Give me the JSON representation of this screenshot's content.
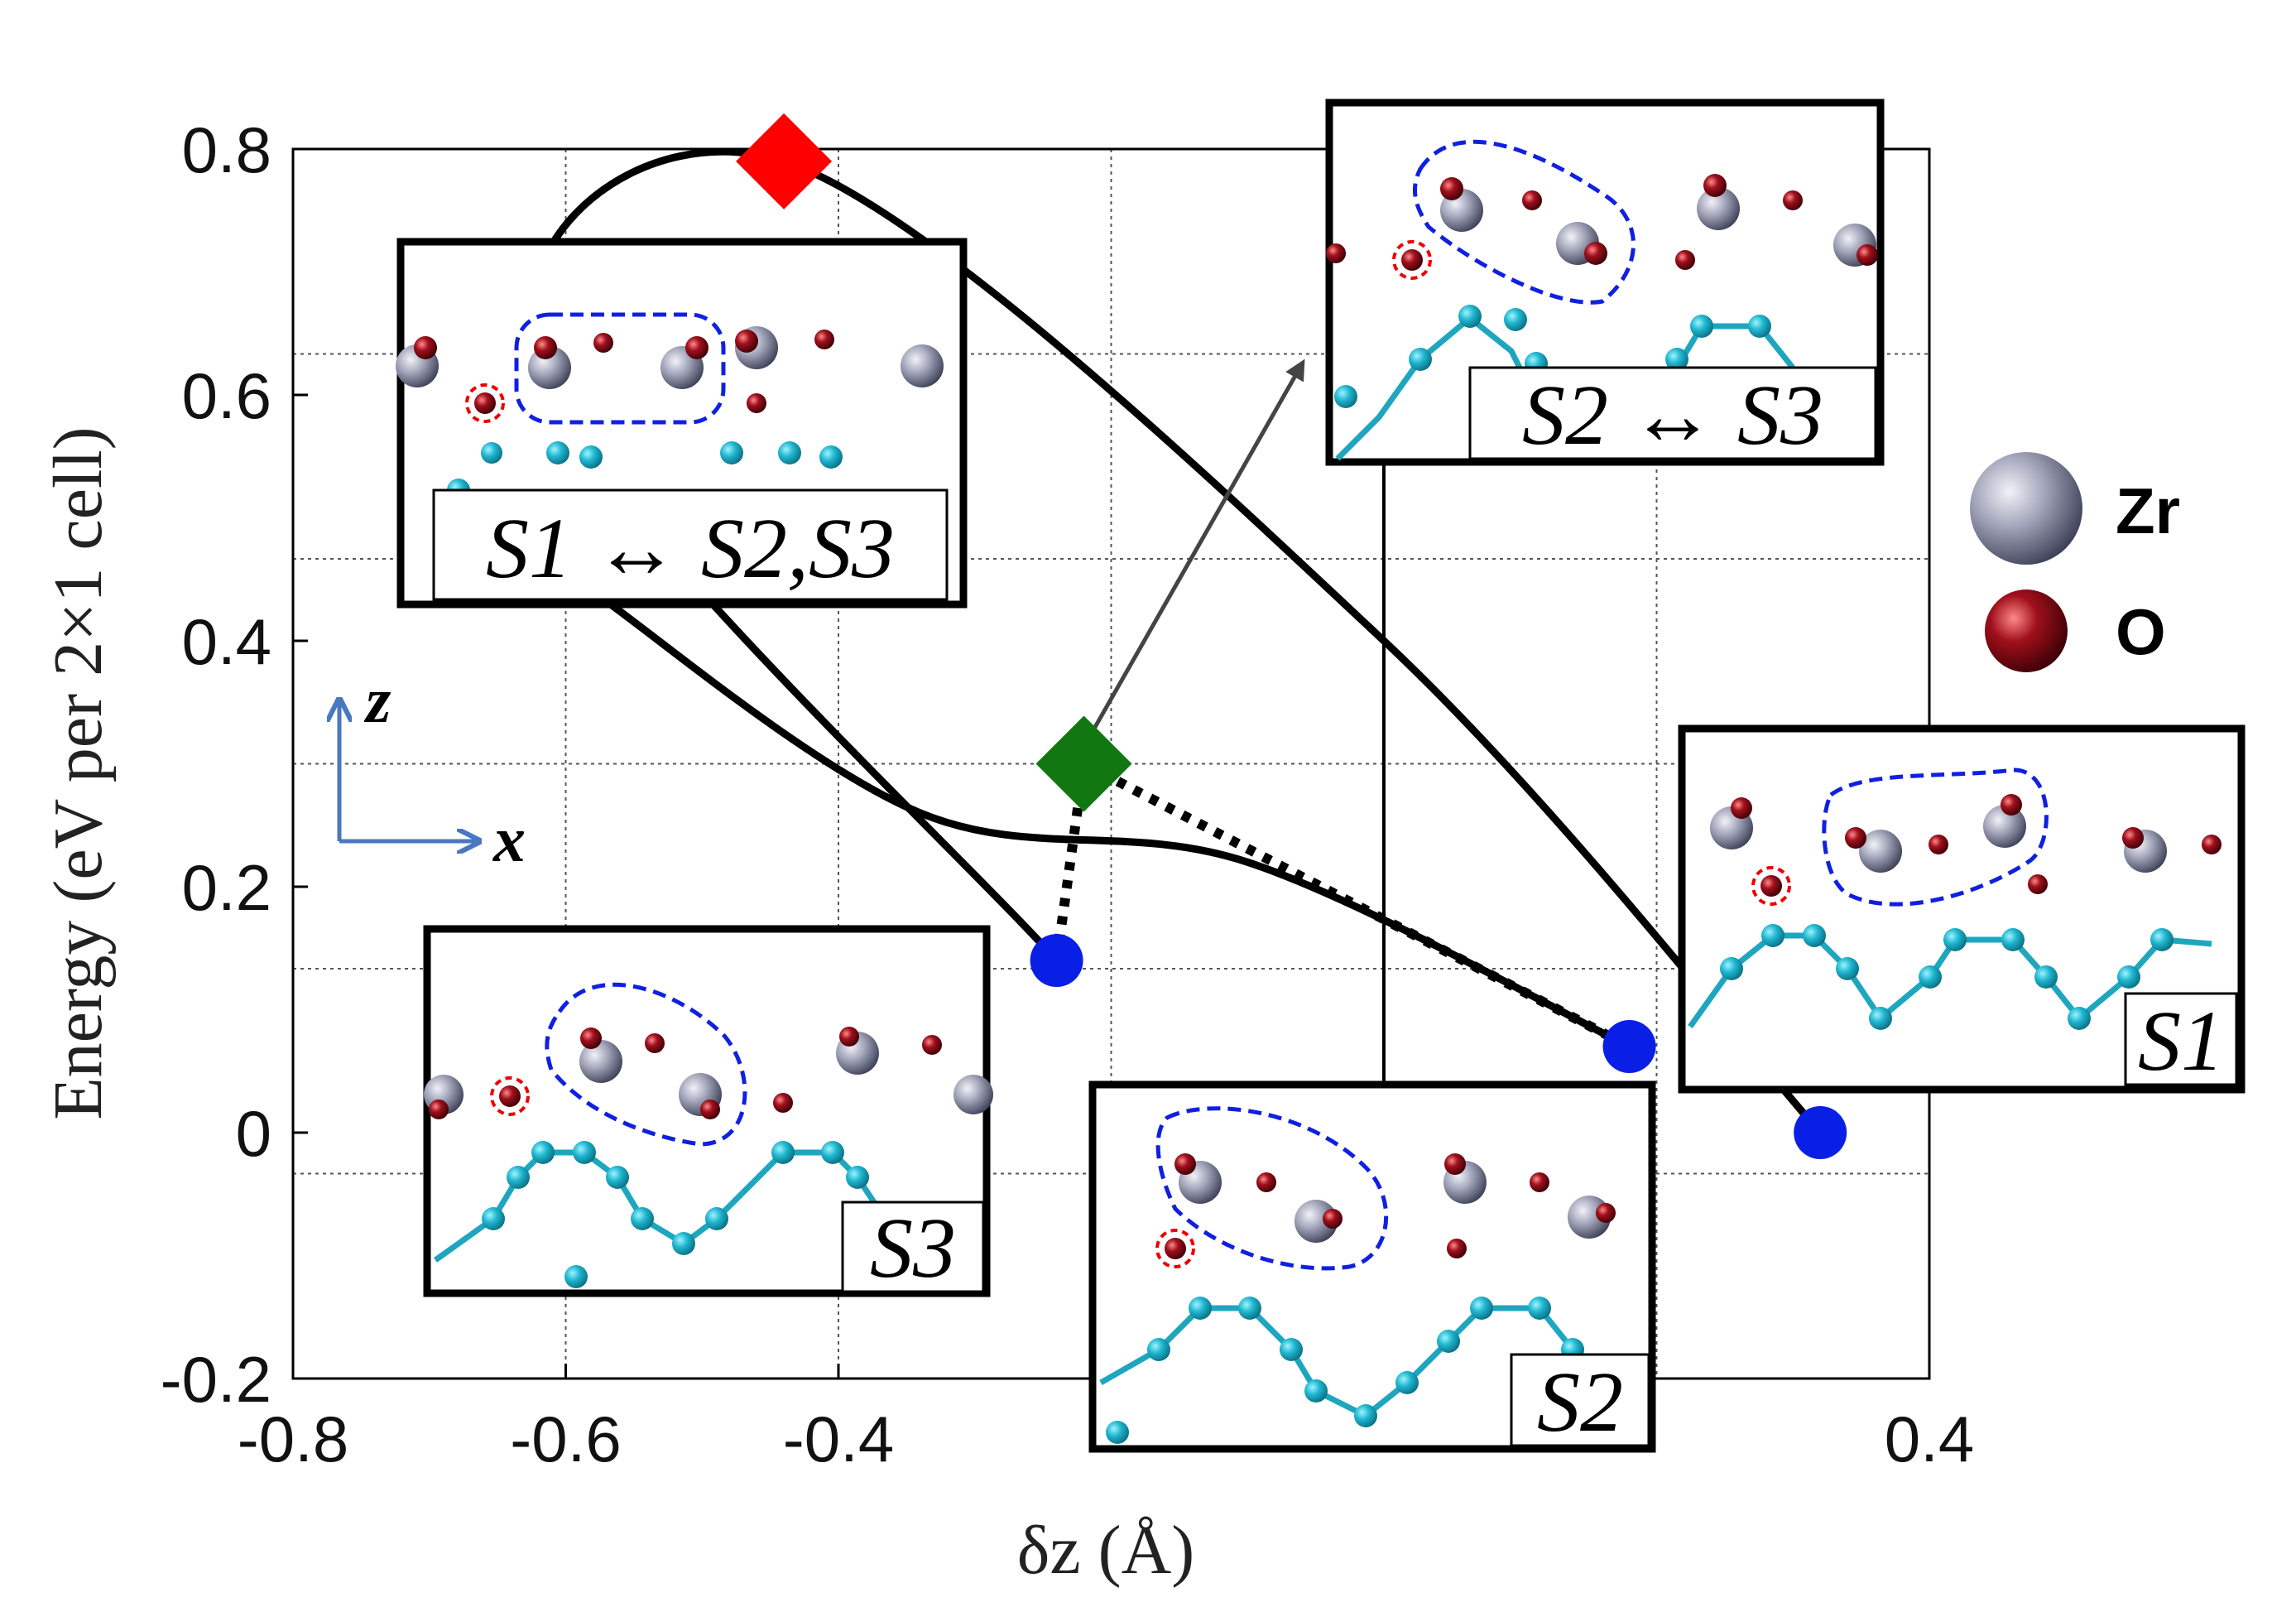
{
  "chart_data": {
    "type": "line",
    "xlabel": "δz (Å)",
    "ylabel": "Energy (eV per 2×1 cell)",
    "xlim": [
      -0.8,
      0.4
    ],
    "ylim": [
      -0.2,
      0.8
    ],
    "x_ticks": [
      "-0.8",
      "-0.6",
      "-0.4",
      "0.4"
    ],
    "y_ticks": [
      "0.8",
      "0.6",
      "0.4",
      "0.2",
      "0",
      "-0.2"
    ],
    "grid": true,
    "minima": [
      {
        "x": -0.24,
        "y": 0.14,
        "color": "#0a1fe6"
      },
      {
        "x": 0.18,
        "y": 0.07,
        "color": "#0a1fe6"
      },
      {
        "x": 0.32,
        "y": 0.0,
        "color": "#0a1fe6"
      }
    ],
    "transition_states": [
      {
        "x": -0.44,
        "y": 0.79,
        "color": "#ff0000"
      },
      {
        "x": -0.22,
        "y": 0.3,
        "color": "#117711"
      }
    ],
    "paths": [
      {
        "style": "solid",
        "points": [
          [
            -0.24,
            0.14
          ],
          [
            -0.62,
            0.62
          ],
          [
            -0.44,
            0.79
          ],
          [
            0.0,
            0.4
          ],
          [
            0.32,
            0.0
          ]
        ]
      },
      {
        "style": "solid",
        "points": [
          [
            -0.58,
            0.44
          ],
          [
            -0.34,
            0.26
          ],
          [
            -0.1,
            0.22
          ],
          [
            0.18,
            0.07
          ]
        ]
      },
      {
        "style": "dotted",
        "points": [
          [
            -0.24,
            0.14
          ],
          [
            -0.22,
            0.3
          ],
          [
            0.18,
            0.07
          ]
        ]
      }
    ],
    "insets": [
      {
        "label": "S1 ↔ S2,S3"
      },
      {
        "label": "S2 ↔ S3"
      },
      {
        "label": "S1"
      },
      {
        "label": "S3"
      },
      {
        "label": "S2"
      }
    ],
    "legend": [
      {
        "name": "Zr",
        "color": "#8b8fa6"
      },
      {
        "name": "O",
        "color": "#8b0b14"
      }
    ],
    "axis_indicator": {
      "z": "z",
      "x": "x"
    }
  }
}
